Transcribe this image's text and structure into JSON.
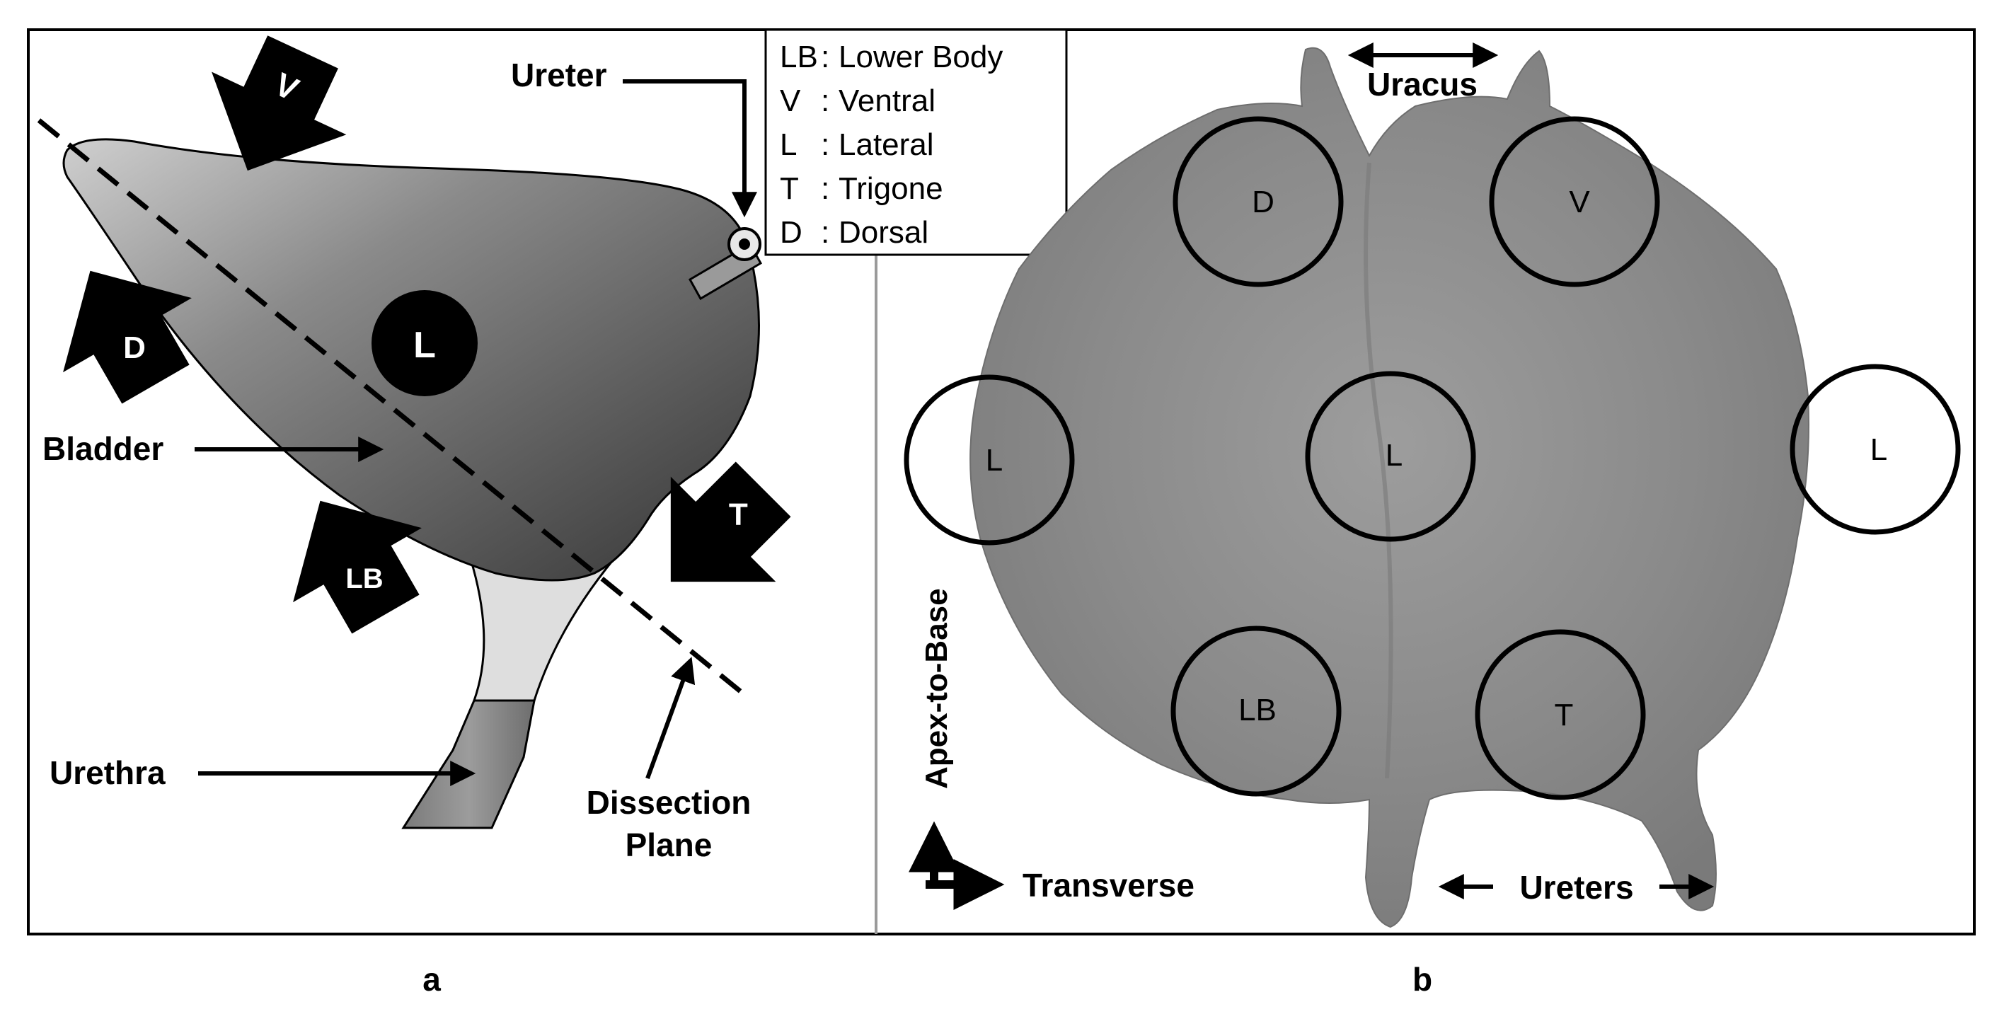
{
  "legend": {
    "items": [
      {
        "abbr": "LB",
        "sep": ":",
        "text": "Lower Body"
      },
      {
        "abbr": "V",
        "sep": ":",
        "text": "Ventral"
      },
      {
        "abbr": "L",
        "sep": ":",
        "text": "Lateral"
      },
      {
        "abbr": "T",
        "sep": ":",
        "text": "Trigone"
      },
      {
        "abbr": "D",
        "sep": ":",
        "text": "Dorsal"
      }
    ]
  },
  "panel_a": {
    "caption": "a",
    "labels": {
      "ureter": "Ureter",
      "bladder": "Bladder",
      "urethra": "Urethra",
      "dissection_1": "Dissection",
      "dissection_2": "Plane"
    },
    "arrows": {
      "v": "V",
      "d": "D",
      "lb": "LB",
      "t": "T"
    },
    "lateral_marker": "L"
  },
  "panel_b": {
    "caption": "b",
    "labels": {
      "uracus": "Uracus",
      "ureters": "Ureters",
      "apex_to_base": "Apex-to-Base",
      "transverse": "Transverse"
    },
    "circles": {
      "d": "D",
      "v": "V",
      "l_left": "L",
      "l_center": "L",
      "l_right": "L",
      "lb": "LB",
      "t": "T"
    }
  },
  "colors": {
    "frame": "#000000",
    "divider": "#999999",
    "tissue": "#8f8f8f",
    "bladder_dark": "#3e3e3e",
    "bladder_light": "#bdbdbd"
  }
}
